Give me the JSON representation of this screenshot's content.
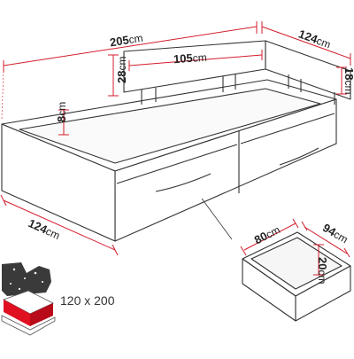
{
  "dimensions": {
    "total_length": {
      "value": "205",
      "unit": "cm"
    },
    "total_width": {
      "value": "124",
      "unit": "cm"
    },
    "depth_right": {
      "value": "124",
      "unit": "cm"
    },
    "headboard_length": {
      "value": "105",
      "unit": "cm"
    },
    "headboard_height": {
      "value": "28",
      "unit": "cm"
    },
    "right_panel_height": {
      "value": "18",
      "unit": "cm"
    },
    "frame_height": {
      "value": "8",
      "unit": "cm"
    },
    "drawer_width": {
      "value": "80",
      "unit": "cm"
    },
    "drawer_depth": {
      "value": "94",
      "unit": "cm"
    },
    "drawer_height": {
      "value": "20",
      "unit": "cm"
    }
  },
  "mattress_size": "120 x 200",
  "colors": {
    "dimension_line": "#d41c2c",
    "outline": "#333333",
    "mattress_red": "#e01020",
    "icon_dark": "#3a3a3a"
  }
}
